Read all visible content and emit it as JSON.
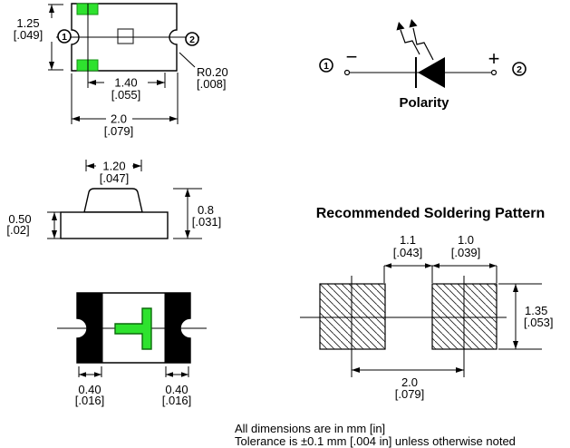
{
  "colors": {
    "accent_green": "#2ee22e",
    "green_border": "#149114",
    "ink": "#000000"
  },
  "top_view": {
    "pin1": "1",
    "pin2": "2",
    "height_mm": "1.25",
    "height_in": "[.049]",
    "inner_mm": "1.40",
    "inner_in": "[.055]",
    "width_mm": "2.0",
    "width_in": "[.079]",
    "radius_mm": "R0.20",
    "radius_in": "[.008]"
  },
  "polarity": {
    "pin1": "1",
    "pin2": "2",
    "minus_sign": "−",
    "plus_sign": "+",
    "label": "Polarity"
  },
  "side_view": {
    "lens_mm": "1.20",
    "lens_in": "[.047]",
    "base_mm": "0.50",
    "base_in": "[.02]",
    "height_mm": "0.8",
    "height_in": "[.031]"
  },
  "bottom_view": {
    "pad_left_mm": "0.40",
    "pad_left_in": "[.016]",
    "pad_right_mm": "0.40",
    "pad_right_in": "[.016]"
  },
  "soldering": {
    "title": "Recommended Soldering Pattern",
    "gap_mm": "1.1",
    "gap_in": "[.043]",
    "pad_mm": "1.0",
    "pad_in": "[.039]",
    "height_mm": "1.35",
    "height_in": "[.053]",
    "pitch_mm": "2.0",
    "pitch_in": "[.079]"
  },
  "notes": {
    "line1": "All dimensions are in mm [in]",
    "line2": "Tolerance is ±0.1 mm [.004 in] unless otherwise noted"
  }
}
